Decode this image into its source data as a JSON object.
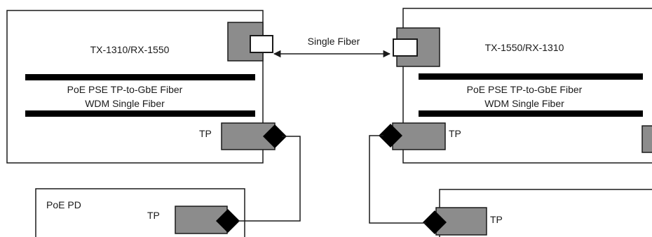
{
  "left_converter": {
    "wavelength_label": "TX-1310/RX-1550",
    "description_line1": "PoE PSE TP-to-GbE Fiber",
    "description_line2": "WDM Single Fiber",
    "tp_label": "TP"
  },
  "right_converter": {
    "wavelength_label": "TX-1550/RX-1310",
    "description_line1": "PoE PSE TP-to-GbE Fiber",
    "description_line2": "WDM Single Fiber",
    "tp_label": "TP"
  },
  "fiber_link": {
    "label": "Single Fiber"
  },
  "left_device": {
    "title": "PoE PD",
    "tp_label": "TP"
  },
  "right_device": {
    "tp_label": "TP"
  },
  "colors": {
    "line": "#1a1a1a",
    "port_fill": "#8c8c8c",
    "bar": "#000000",
    "background": "#ffffff"
  }
}
